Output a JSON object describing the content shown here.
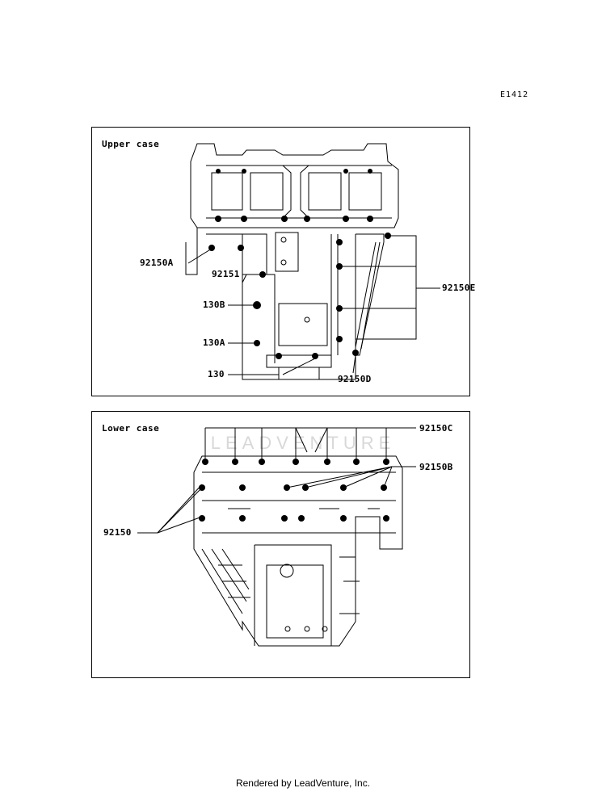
{
  "diagram_code": "E1412",
  "upper_case": {
    "title": "Upper case",
    "labels": {
      "l92150A": "92150A",
      "l92151": "92151",
      "l130B": "130B",
      "l130A": "130A",
      "l130": "130",
      "l92150D": "92150D",
      "l92150E": "92150E"
    }
  },
  "lower_case": {
    "title": "Lower case",
    "labels": {
      "l92150C": "92150C",
      "l92150B": "92150B",
      "l92150": "92150"
    }
  },
  "watermark": "LEADVENTURE",
  "footer": "Rendered by LeadVenture, Inc."
}
